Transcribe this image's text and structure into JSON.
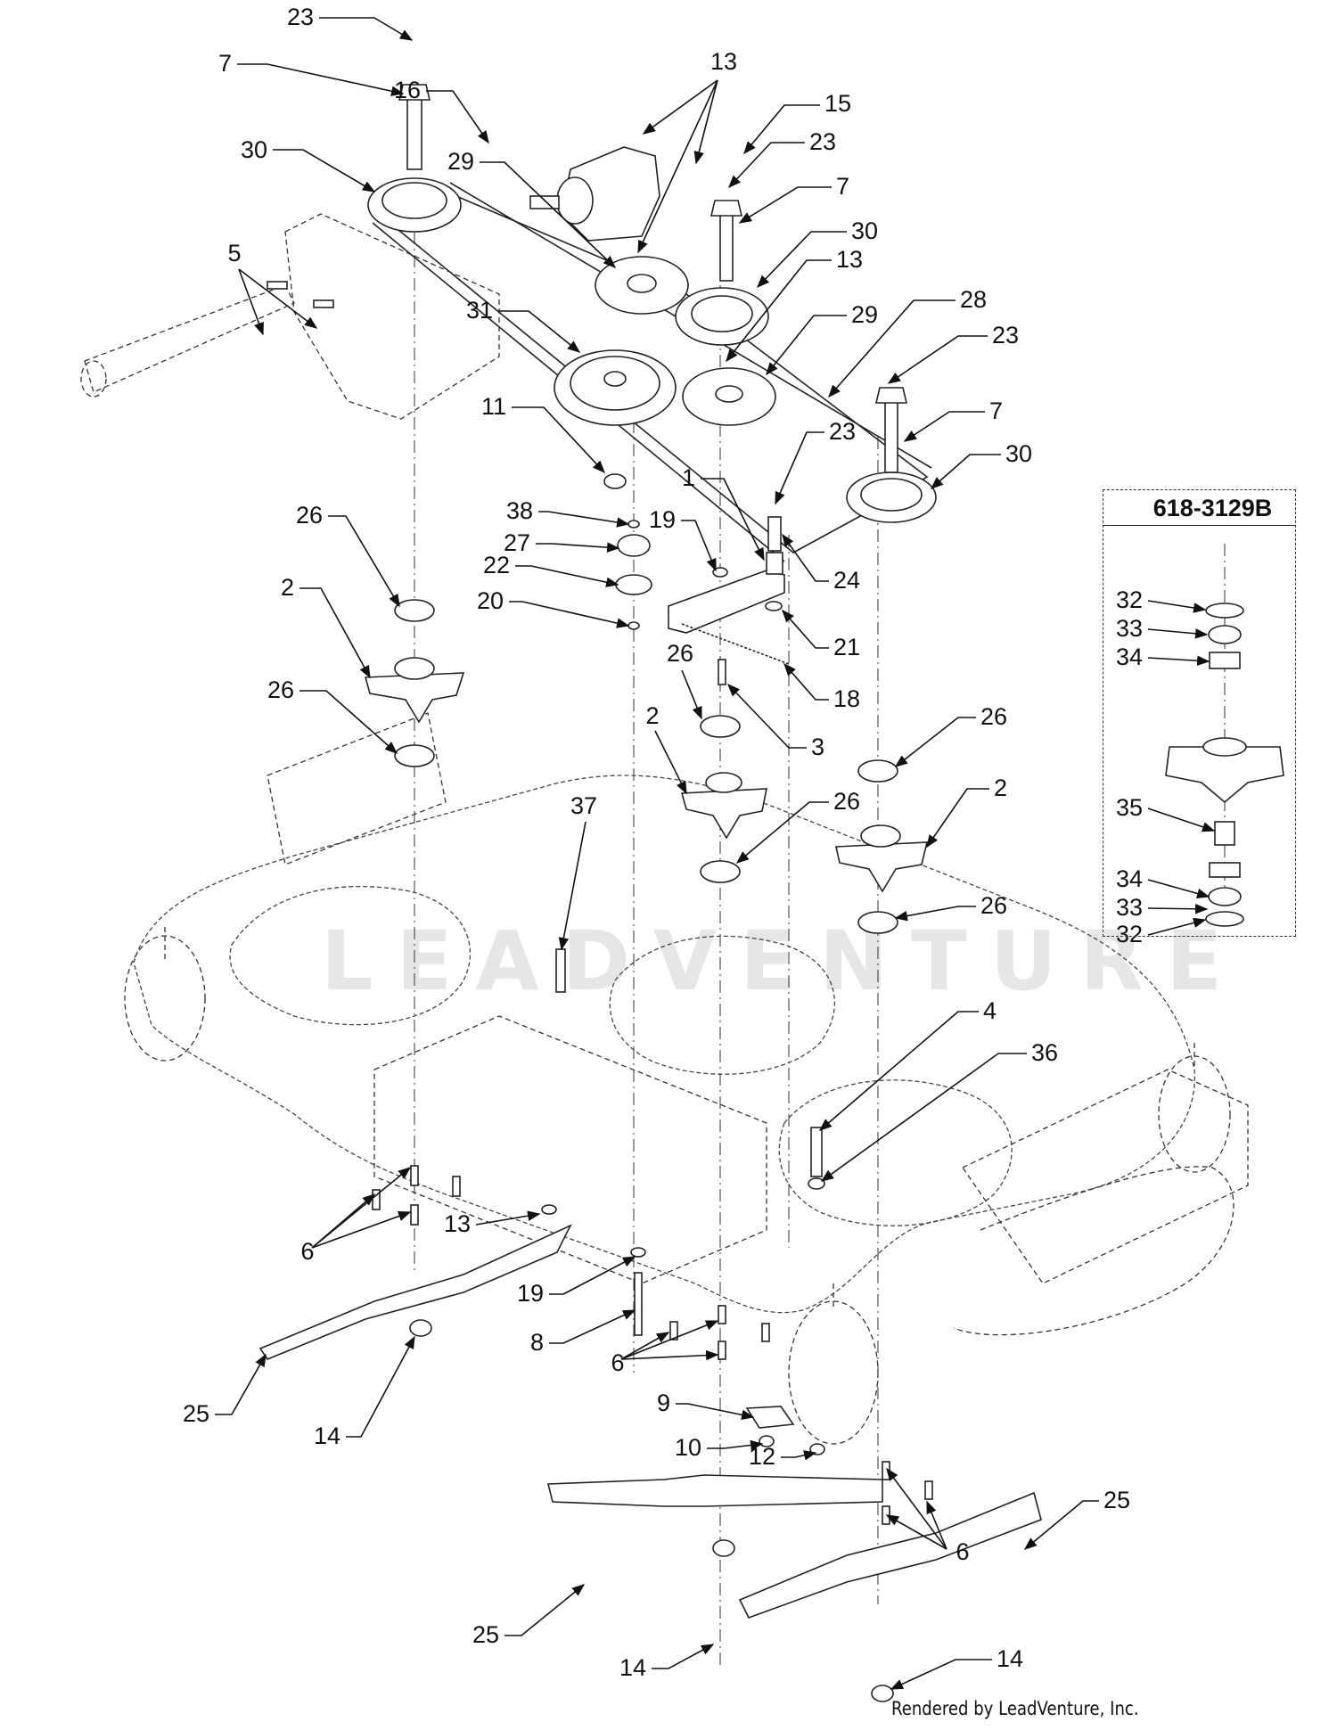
{
  "diagram": {
    "title": "Mower deck exploded parts diagram",
    "watermark": "LEADVENTURE",
    "credit": "Rendered by LeadVenture, Inc.",
    "inset": {
      "title": "618-3129B",
      "callouts": [
        "32",
        "33",
        "34",
        "35",
        "34",
        "33",
        "32"
      ]
    },
    "callouts": [
      {
        "id": "c23a",
        "label": "23"
      },
      {
        "id": "c7a",
        "label": "7"
      },
      {
        "id": "c30a",
        "label": "30"
      },
      {
        "id": "c16",
        "label": "16"
      },
      {
        "id": "c13a",
        "label": "13"
      },
      {
        "id": "c15",
        "label": "15"
      },
      {
        "id": "c23b",
        "label": "23"
      },
      {
        "id": "c7b",
        "label": "7"
      },
      {
        "id": "c29a",
        "label": "29"
      },
      {
        "id": "c30b",
        "label": "30"
      },
      {
        "id": "c13b",
        "label": "13"
      },
      {
        "id": "c5",
        "label": "5"
      },
      {
        "id": "c31",
        "label": "31"
      },
      {
        "id": "c29b",
        "label": "29"
      },
      {
        "id": "c28",
        "label": "28"
      },
      {
        "id": "c23c",
        "label": "23"
      },
      {
        "id": "c7c",
        "label": "7"
      },
      {
        "id": "c11",
        "label": "11"
      },
      {
        "id": "c23d",
        "label": "23"
      },
      {
        "id": "c1",
        "label": "1"
      },
      {
        "id": "c30c",
        "label": "30"
      },
      {
        "id": "c38",
        "label": "38"
      },
      {
        "id": "c19a",
        "label": "19"
      },
      {
        "id": "c27",
        "label": "27"
      },
      {
        "id": "c24",
        "label": "24"
      },
      {
        "id": "c26a",
        "label": "26"
      },
      {
        "id": "c22",
        "label": "22"
      },
      {
        "id": "c2a",
        "label": "2"
      },
      {
        "id": "c20",
        "label": "20"
      },
      {
        "id": "c21",
        "label": "21"
      },
      {
        "id": "c26b",
        "label": "26"
      },
      {
        "id": "c18",
        "label": "18"
      },
      {
        "id": "c26c",
        "label": "26"
      },
      {
        "id": "c3",
        "label": "3"
      },
      {
        "id": "c26d",
        "label": "26"
      },
      {
        "id": "c2b",
        "label": "2"
      },
      {
        "id": "c2c",
        "label": "2"
      },
      {
        "id": "c37",
        "label": "37"
      },
      {
        "id": "c26e",
        "label": "26"
      },
      {
        "id": "c26f",
        "label": "26"
      },
      {
        "id": "c4",
        "label": "4"
      },
      {
        "id": "c36",
        "label": "36"
      },
      {
        "id": "c13c",
        "label": "13"
      },
      {
        "id": "c6a",
        "label": "6"
      },
      {
        "id": "c19b",
        "label": "19"
      },
      {
        "id": "c8",
        "label": "8"
      },
      {
        "id": "c6b",
        "label": "6"
      },
      {
        "id": "c25a",
        "label": "25"
      },
      {
        "id": "c14a",
        "label": "14"
      },
      {
        "id": "c9",
        "label": "9"
      },
      {
        "id": "c10",
        "label": "10"
      },
      {
        "id": "c12",
        "label": "12"
      },
      {
        "id": "c25b",
        "label": "25"
      },
      {
        "id": "c6c",
        "label": "6"
      },
      {
        "id": "c25c",
        "label": "25"
      },
      {
        "id": "c14b",
        "label": "14"
      },
      {
        "id": "c14c",
        "label": "14"
      }
    ]
  }
}
